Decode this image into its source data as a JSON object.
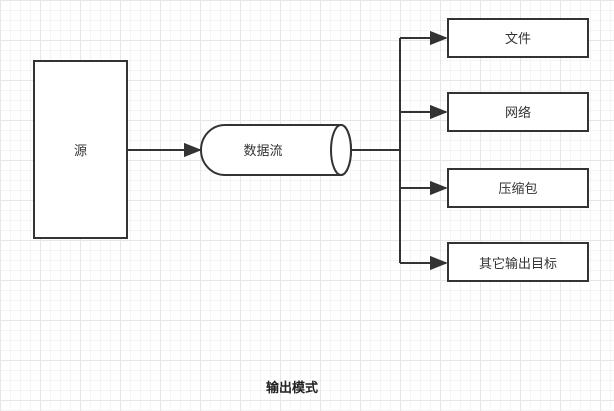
{
  "diagram": {
    "source": {
      "label": "源"
    },
    "stream": {
      "label": "数据流"
    },
    "targets": [
      {
        "label": "文件"
      },
      {
        "label": "网络"
      },
      {
        "label": "压缩包"
      },
      {
        "label": "其它输出目标"
      }
    ],
    "caption": "输出模式",
    "colors": {
      "stroke": "#333333",
      "fill": "#ffffff",
      "text": "#333333"
    }
  }
}
